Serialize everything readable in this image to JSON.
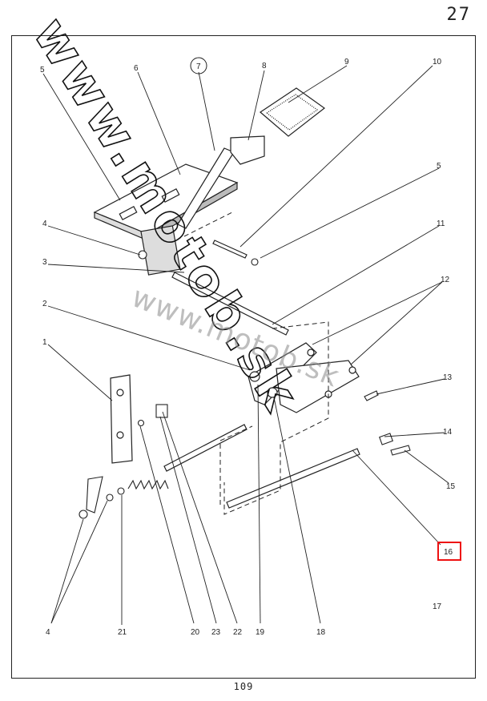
{
  "page": {
    "top_number": "27",
    "bottom_number": "109"
  },
  "callouts": [
    {
      "id": "c1",
      "text": "1"
    },
    {
      "id": "c2",
      "text": "2"
    },
    {
      "id": "c3",
      "text": "3"
    },
    {
      "id": "c4a",
      "text": "4"
    },
    {
      "id": "c4b",
      "text": "4"
    },
    {
      "id": "c5a",
      "text": "5"
    },
    {
      "id": "c5b",
      "text": "5"
    },
    {
      "id": "c6",
      "text": "6"
    },
    {
      "id": "c7",
      "text": "7"
    },
    {
      "id": "c8",
      "text": "8"
    },
    {
      "id": "c9",
      "text": "9"
    },
    {
      "id": "c10",
      "text": "10"
    },
    {
      "id": "c11",
      "text": "11"
    },
    {
      "id": "c12",
      "text": "12"
    },
    {
      "id": "c13",
      "text": "13"
    },
    {
      "id": "c14",
      "text": "14"
    },
    {
      "id": "c15",
      "text": "15"
    },
    {
      "id": "c16",
      "text": "16"
    },
    {
      "id": "c17",
      "text": "17"
    },
    {
      "id": "c18",
      "text": "18"
    },
    {
      "id": "c19",
      "text": "19"
    },
    {
      "id": "c20",
      "text": "20"
    },
    {
      "id": "c21",
      "text": "21"
    },
    {
      "id": "c22",
      "text": "22"
    },
    {
      "id": "c23",
      "text": "23"
    }
  ],
  "watermark": {
    "text_diagonal": "www.motob.sk",
    "text_center": "www.motob.sk"
  },
  "highlight": {
    "label": "16",
    "color": "#e11111"
  }
}
